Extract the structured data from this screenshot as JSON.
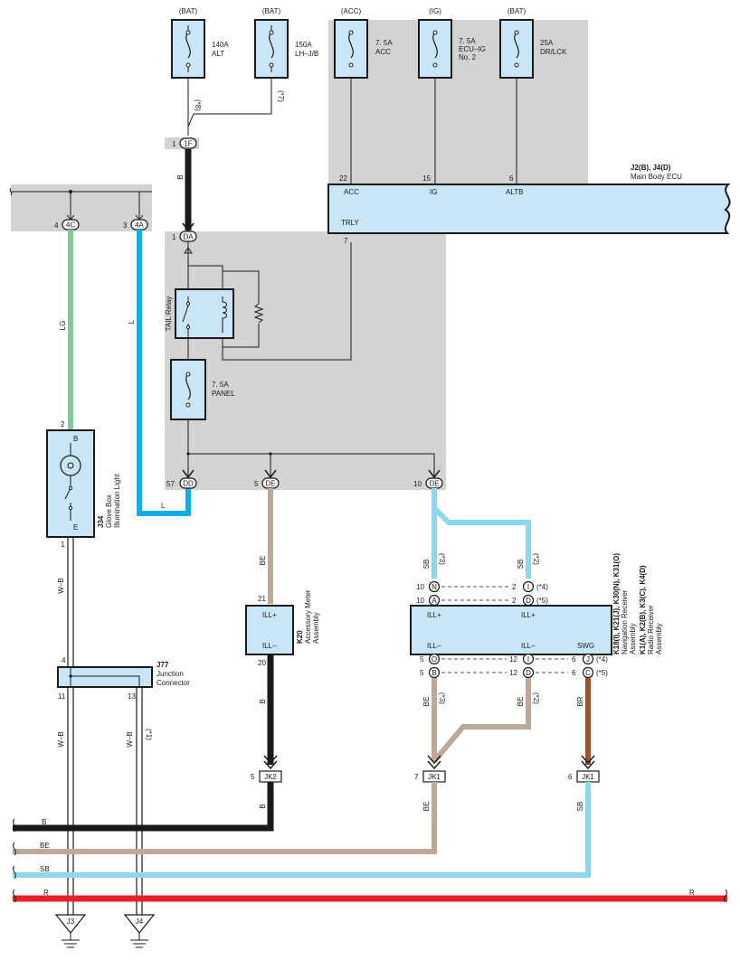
{
  "colors": {
    "shade": "#d3d3d3",
    "component_fill": "#c8e6f5",
    "wire_B": "#1a1a1a",
    "wire_LG": "#7ecb96",
    "wire_L": "#12aee8",
    "wire_BE": "#bba99a",
    "wire_SB": "#8ed6f2",
    "wire_BR": "#a0522d",
    "wire_R": "#e8202a"
  },
  "fuses": [
    {
      "source": "(BAT)",
      "rating": "140A",
      "name": "ALT"
    },
    {
      "source": "(BAT)",
      "rating": "150A",
      "name": "LH–J/B"
    },
    {
      "source": "(ACC)",
      "rating": "7. 5A",
      "name": "ACC"
    },
    {
      "source": "(IG)",
      "rating": "7. 5A",
      "name": "ECU–IG",
      "name2": "No. 2"
    },
    {
      "source": "(BAT)",
      "rating": "25A",
      "name": "DR/LCK"
    }
  ],
  "fuse_notes": {
    "alt": "(*8)",
    "lhjb": "(*7)"
  },
  "ecu": {
    "ref": "J2(B), J4(D)",
    "name": "Main Body ECU",
    "pins": {
      "acc_num": "22",
      "acc": "ACC",
      "ig_num": "15",
      "ig": "IG",
      "altb_num": "6",
      "altb": "ALTB",
      "trly": "TRLY",
      "trly_num": "7"
    }
  },
  "connectors": {
    "c1F": "1F",
    "c1F_pin": "1",
    "c4C": "4C",
    "c4C_pin": "4",
    "c4A": "4A",
    "c4A_pin": "3",
    "cDA": "DA",
    "cDA_pin": "1",
    "cDD": "DD",
    "cDD_pin": "57",
    "cDE1": "DE",
    "cDE1_pin": "5",
    "cDE2": "DE",
    "cDE2_pin": "10"
  },
  "relay": {
    "label": "TAIL Relay"
  },
  "panel_fuse": {
    "rating": "7. 5A",
    "name": "PANEL"
  },
  "wires": {
    "B": "B",
    "LG": "LG",
    "L": "L",
    "BE": "BE",
    "SB": "SB",
    "WB": "W–B",
    "BR": "BR",
    "R": "R"
  },
  "j34": {
    "ref": "J34",
    "name1": "Glove Box",
    "name2": "Illumination Light",
    "pin_top": "2",
    "pin_top_label": "B",
    "pin_bot_label": "E",
    "pin_bot": "1"
  },
  "j77": {
    "ref": "J77",
    "name1": "Junction",
    "name2": "Connector",
    "pin_top": "4",
    "pin_bl": "11",
    "pin_br": "13",
    "note": "(*1)"
  },
  "k20": {
    "ref": "K20",
    "name1": "Accessory Meter",
    "name2": "Assembly",
    "pin_top": "21",
    "ill_p": "ILL+",
    "ill_m": "ILL–",
    "pin_bot": "20"
  },
  "nav": {
    "ref1": "K18(I), K21(J), K30(N), K31(O)",
    "name1": "Navigation Receiver",
    "name1b": "Assembly",
    "ref2": "K1(A), K2(B), K3(C), K4(D)",
    "name2": "Radio Receiver",
    "name2b": "Assembly",
    "ill_p1": "ILL+",
    "ill_p2": "ILL+",
    "ill_m1": "ILL–",
    "ill_m2": "ILL–",
    "swg": "SWG",
    "top_rows": [
      {
        "lpin": "10",
        "lconn": "N",
        "rpin": "2",
        "rconn": "I",
        "note": "(*4)"
      },
      {
        "lpin": "10",
        "lconn": "A",
        "rpin": "2",
        "rconn": "D",
        "note": "(*5)"
      }
    ],
    "bot_rows": [
      {
        "lpin": "5",
        "lconn": "O",
        "mpin": "12",
        "mconn": "I",
        "rpin": "6",
        "rconn": "J",
        "note": "(*4)"
      },
      {
        "lpin": "5",
        "lconn": "B",
        "mpin": "12",
        "mconn": "D",
        "rpin": "6",
        "rconn": "C",
        "note": "(*5)"
      }
    ],
    "note3": "(*3)",
    "note2": "(*2)"
  },
  "jk": {
    "jk2": "JK2",
    "jk2_pin": "5",
    "jk1a": "JK1",
    "jk1a_pin": "7",
    "jk1b": "JK1",
    "jk1b_pin": "6"
  },
  "grounds": {
    "g1": "J3",
    "g2": "J4"
  }
}
